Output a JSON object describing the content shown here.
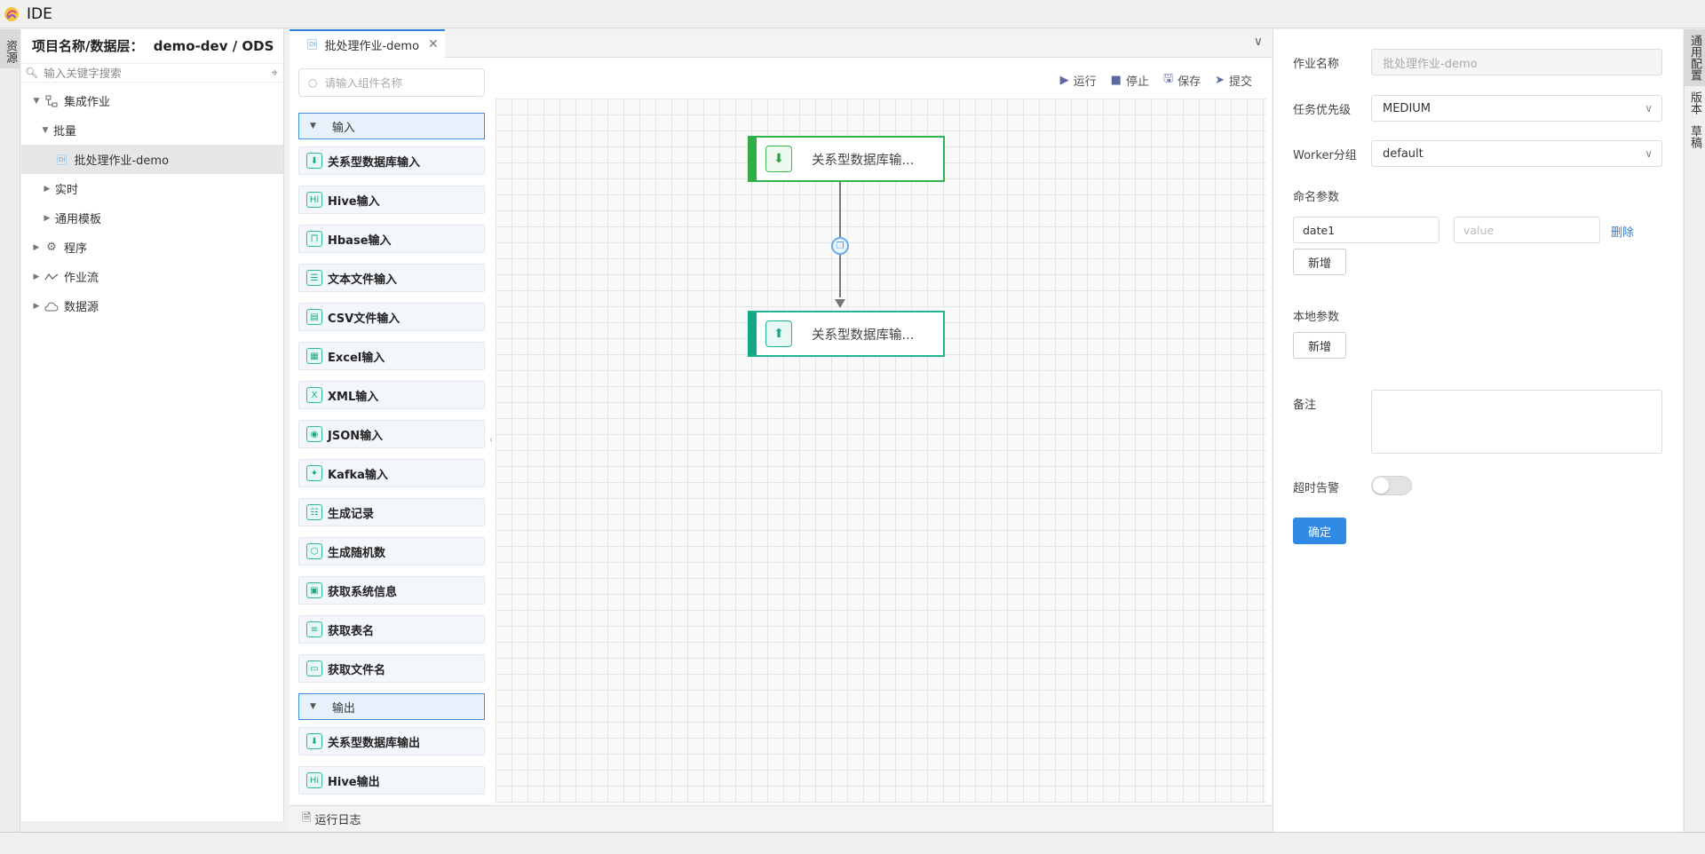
{
  "app": {
    "title": "IDE"
  },
  "left_tab": {
    "label": "资源"
  },
  "project": {
    "label": "项目名称/数据层：",
    "value": "demo-dev / ODS"
  },
  "tree_search": {
    "placeholder": "输入关键字搜索"
  },
  "tree": {
    "integration": "集成作业",
    "batch": "批量",
    "job": "批处理作业-demo",
    "job_badge": "DI",
    "realtime": "实时",
    "template": "通用模板",
    "program": "程序",
    "workflow": "作业流",
    "datasource": "数据源"
  },
  "editor_tab": {
    "label": "批处理作业-demo",
    "badge": "DI"
  },
  "palette": {
    "search_placeholder": "请输入组件名称",
    "input_group": "输入",
    "output_group": "输出",
    "inputs": [
      {
        "label": "关系型数据库输入",
        "icon": "database-icon"
      },
      {
        "label": "Hive输入",
        "icon": "hive-icon"
      },
      {
        "label": "Hbase输入",
        "icon": "hbase-icon"
      },
      {
        "label": "文本文件输入",
        "icon": "text-file-icon"
      },
      {
        "label": "CSV文件输入",
        "icon": "csv-file-icon"
      },
      {
        "label": "Excel输入",
        "icon": "excel-icon"
      },
      {
        "label": "XML输入",
        "icon": "xml-icon"
      },
      {
        "label": "JSON输入",
        "icon": "json-icon"
      },
      {
        "label": "Kafka输入",
        "icon": "kafka-icon"
      },
      {
        "label": "生成记录",
        "icon": "record-icon"
      },
      {
        "label": "生成随机数",
        "icon": "random-icon"
      },
      {
        "label": "获取系统信息",
        "icon": "system-info-icon"
      },
      {
        "label": "获取表名",
        "icon": "table-name-icon"
      },
      {
        "label": "获取文件名",
        "icon": "file-name-icon"
      }
    ],
    "outputs": [
      {
        "label": "关系型数据库输出",
        "icon": "database-icon"
      },
      {
        "label": "Hive输出",
        "icon": "hive-icon"
      }
    ]
  },
  "toolbar": {
    "run": "运行",
    "stop": "停止",
    "save": "保存",
    "submit": "提交"
  },
  "canvas": {
    "node_input": "关系型数据库输...",
    "node_output": "关系型数据库输..."
  },
  "log": {
    "label": "运行日志"
  },
  "config": {
    "job_name_label": "作业名称",
    "job_name_value": "批处理作业-demo",
    "priority_label": "任务优先级",
    "priority_value": "MEDIUM",
    "worker_label": "Worker分组",
    "worker_value": "default",
    "named_params_label": "命名参数",
    "param_key": "date1",
    "param_value_placeholder": "value",
    "delete": "删除",
    "add": "新增",
    "local_params_label": "本地参数",
    "add_local": "新增",
    "remark_label": "备注",
    "timeout_label": "超时告警",
    "timeout_on": false,
    "confirm": "确定"
  },
  "right_tabs": {
    "general": "通用配置",
    "version": "版本",
    "draft": "草稿"
  },
  "colors": {
    "accent": "#2f8ae6",
    "node_green": "#2fae47",
    "node_teal": "#16a886"
  }
}
